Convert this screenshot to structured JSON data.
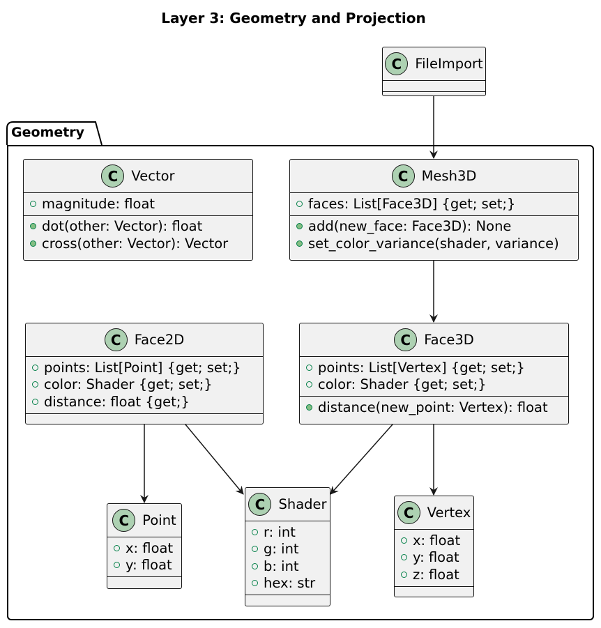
{
  "title": "Layer 3: Geometry and Projection",
  "package": {
    "name": "Geometry"
  },
  "badge_letter": "C",
  "classes": {
    "fileimport": {
      "name": "FileImport",
      "attributes": [],
      "methods": []
    },
    "vector": {
      "name": "Vector",
      "attributes": [
        "magnitude: float"
      ],
      "methods": [
        "dot(other: Vector): float",
        "cross(other: Vector): Vector"
      ]
    },
    "mesh3d": {
      "name": "Mesh3D",
      "attributes": [
        "faces: List[Face3D] {get; set;}"
      ],
      "methods": [
        "add(new_face: Face3D): None",
        "set_color_variance(shader, variance)"
      ]
    },
    "face2d": {
      "name": "Face2D",
      "attributes": [
        "points: List[Point] {get; set;}",
        "color: Shader {get; set;}",
        "distance: float {get;}"
      ],
      "methods": []
    },
    "face3d": {
      "name": "Face3D",
      "attributes": [
        "points: List[Vertex] {get; set;}",
        "color: Shader {get; set;}"
      ],
      "methods": [
        "distance(new_point: Vertex): float"
      ]
    },
    "point": {
      "name": "Point",
      "attributes": [
        "x: float",
        "y: float"
      ],
      "methods": []
    },
    "shader": {
      "name": "Shader",
      "attributes": [
        "r: int",
        "g: int",
        "b: int",
        "hex: str"
      ],
      "methods": []
    },
    "vertex": {
      "name": "Vertex",
      "attributes": [
        "x: float",
        "y: float",
        "z: float"
      ],
      "methods": []
    }
  },
  "relations": [
    {
      "from": "FileImport",
      "to": "Mesh3D"
    },
    {
      "from": "Mesh3D",
      "to": "Face3D"
    },
    {
      "from": "Face2D",
      "to": "Point"
    },
    {
      "from": "Face2D",
      "to": "Shader"
    },
    {
      "from": "Face3D",
      "to": "Shader"
    },
    {
      "from": "Face3D",
      "to": "Vertex"
    }
  ],
  "colors": {
    "class_fill": "#f1f1f1",
    "badge": "#add1b2",
    "visibility": "#038048",
    "border": "#181818"
  }
}
